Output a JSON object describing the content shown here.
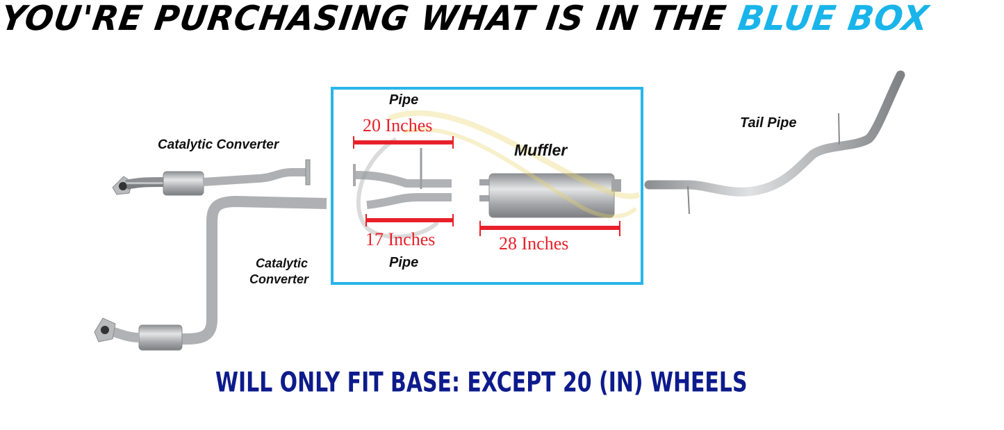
{
  "header": {
    "text_main": "YOU'RE PURCHASING WHAT IS IN THE ",
    "text_highlight": "BLUE BOX",
    "highlight_color": "#19b4ea"
  },
  "diagram": {
    "labels": {
      "catalytic_converter_top": "Catalytic Converter",
      "catalytic_converter_bottom_line1": "Catalytic",
      "catalytic_converter_bottom_line2": "Converter",
      "pipe_top": "Pipe",
      "pipe_bottom": "Pipe",
      "muffler": "Muffler",
      "tail_pipe": "Tail Pipe"
    },
    "dimensions": {
      "pipe_top": "20 Inches",
      "pipe_bottom": "17 Inches",
      "muffler": "28 Inches"
    },
    "colors": {
      "box_border": "#27b5ea",
      "dimension_red": "#e8202a",
      "metal": "#a9abae"
    }
  },
  "footer": {
    "notice": "WILL ONLY FIT BASE: EXCEPT 20 (IN) WHEELS",
    "color": "#0d1b8c"
  }
}
